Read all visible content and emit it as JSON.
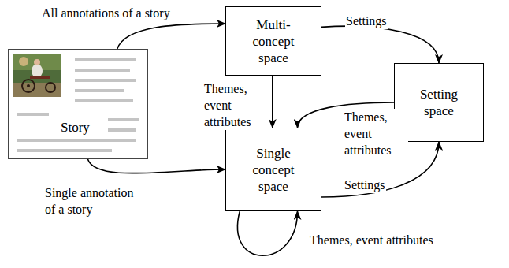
{
  "diagram": {
    "nodes": [
      {
        "text": [
          "Story"
        ]
      },
      {
        "text": [
          "Multi-concept space"
        ]
      },
      {
        "text": [
          "Setting space"
        ]
      },
      {
        "text": [
          "Single concept space"
        ]
      }
    ],
    "edges": [
      {
        "from": 0,
        "to": 1,
        "arrow": "to",
        "label": "All annotations of a story"
      },
      {
        "from": 0,
        "to": 3,
        "arrow": "to",
        "label": "Single annotation of a story"
      },
      {
        "from": 1,
        "to": 3,
        "arrow": "to",
        "label": "Themes, event attributes"
      },
      {
        "from": 1,
        "to": 2,
        "arrow": "to",
        "label": "Settings"
      },
      {
        "from": 2,
        "to": 3,
        "arrow": "to",
        "label": "Themes, event attributes"
      },
      {
        "from": 3,
        "to": 2,
        "arrow": "to",
        "label": "Settings"
      },
      {
        "from": 3,
        "to": 3,
        "arrow": "to",
        "label": "Themes, event attributes"
      }
    ]
  }
}
